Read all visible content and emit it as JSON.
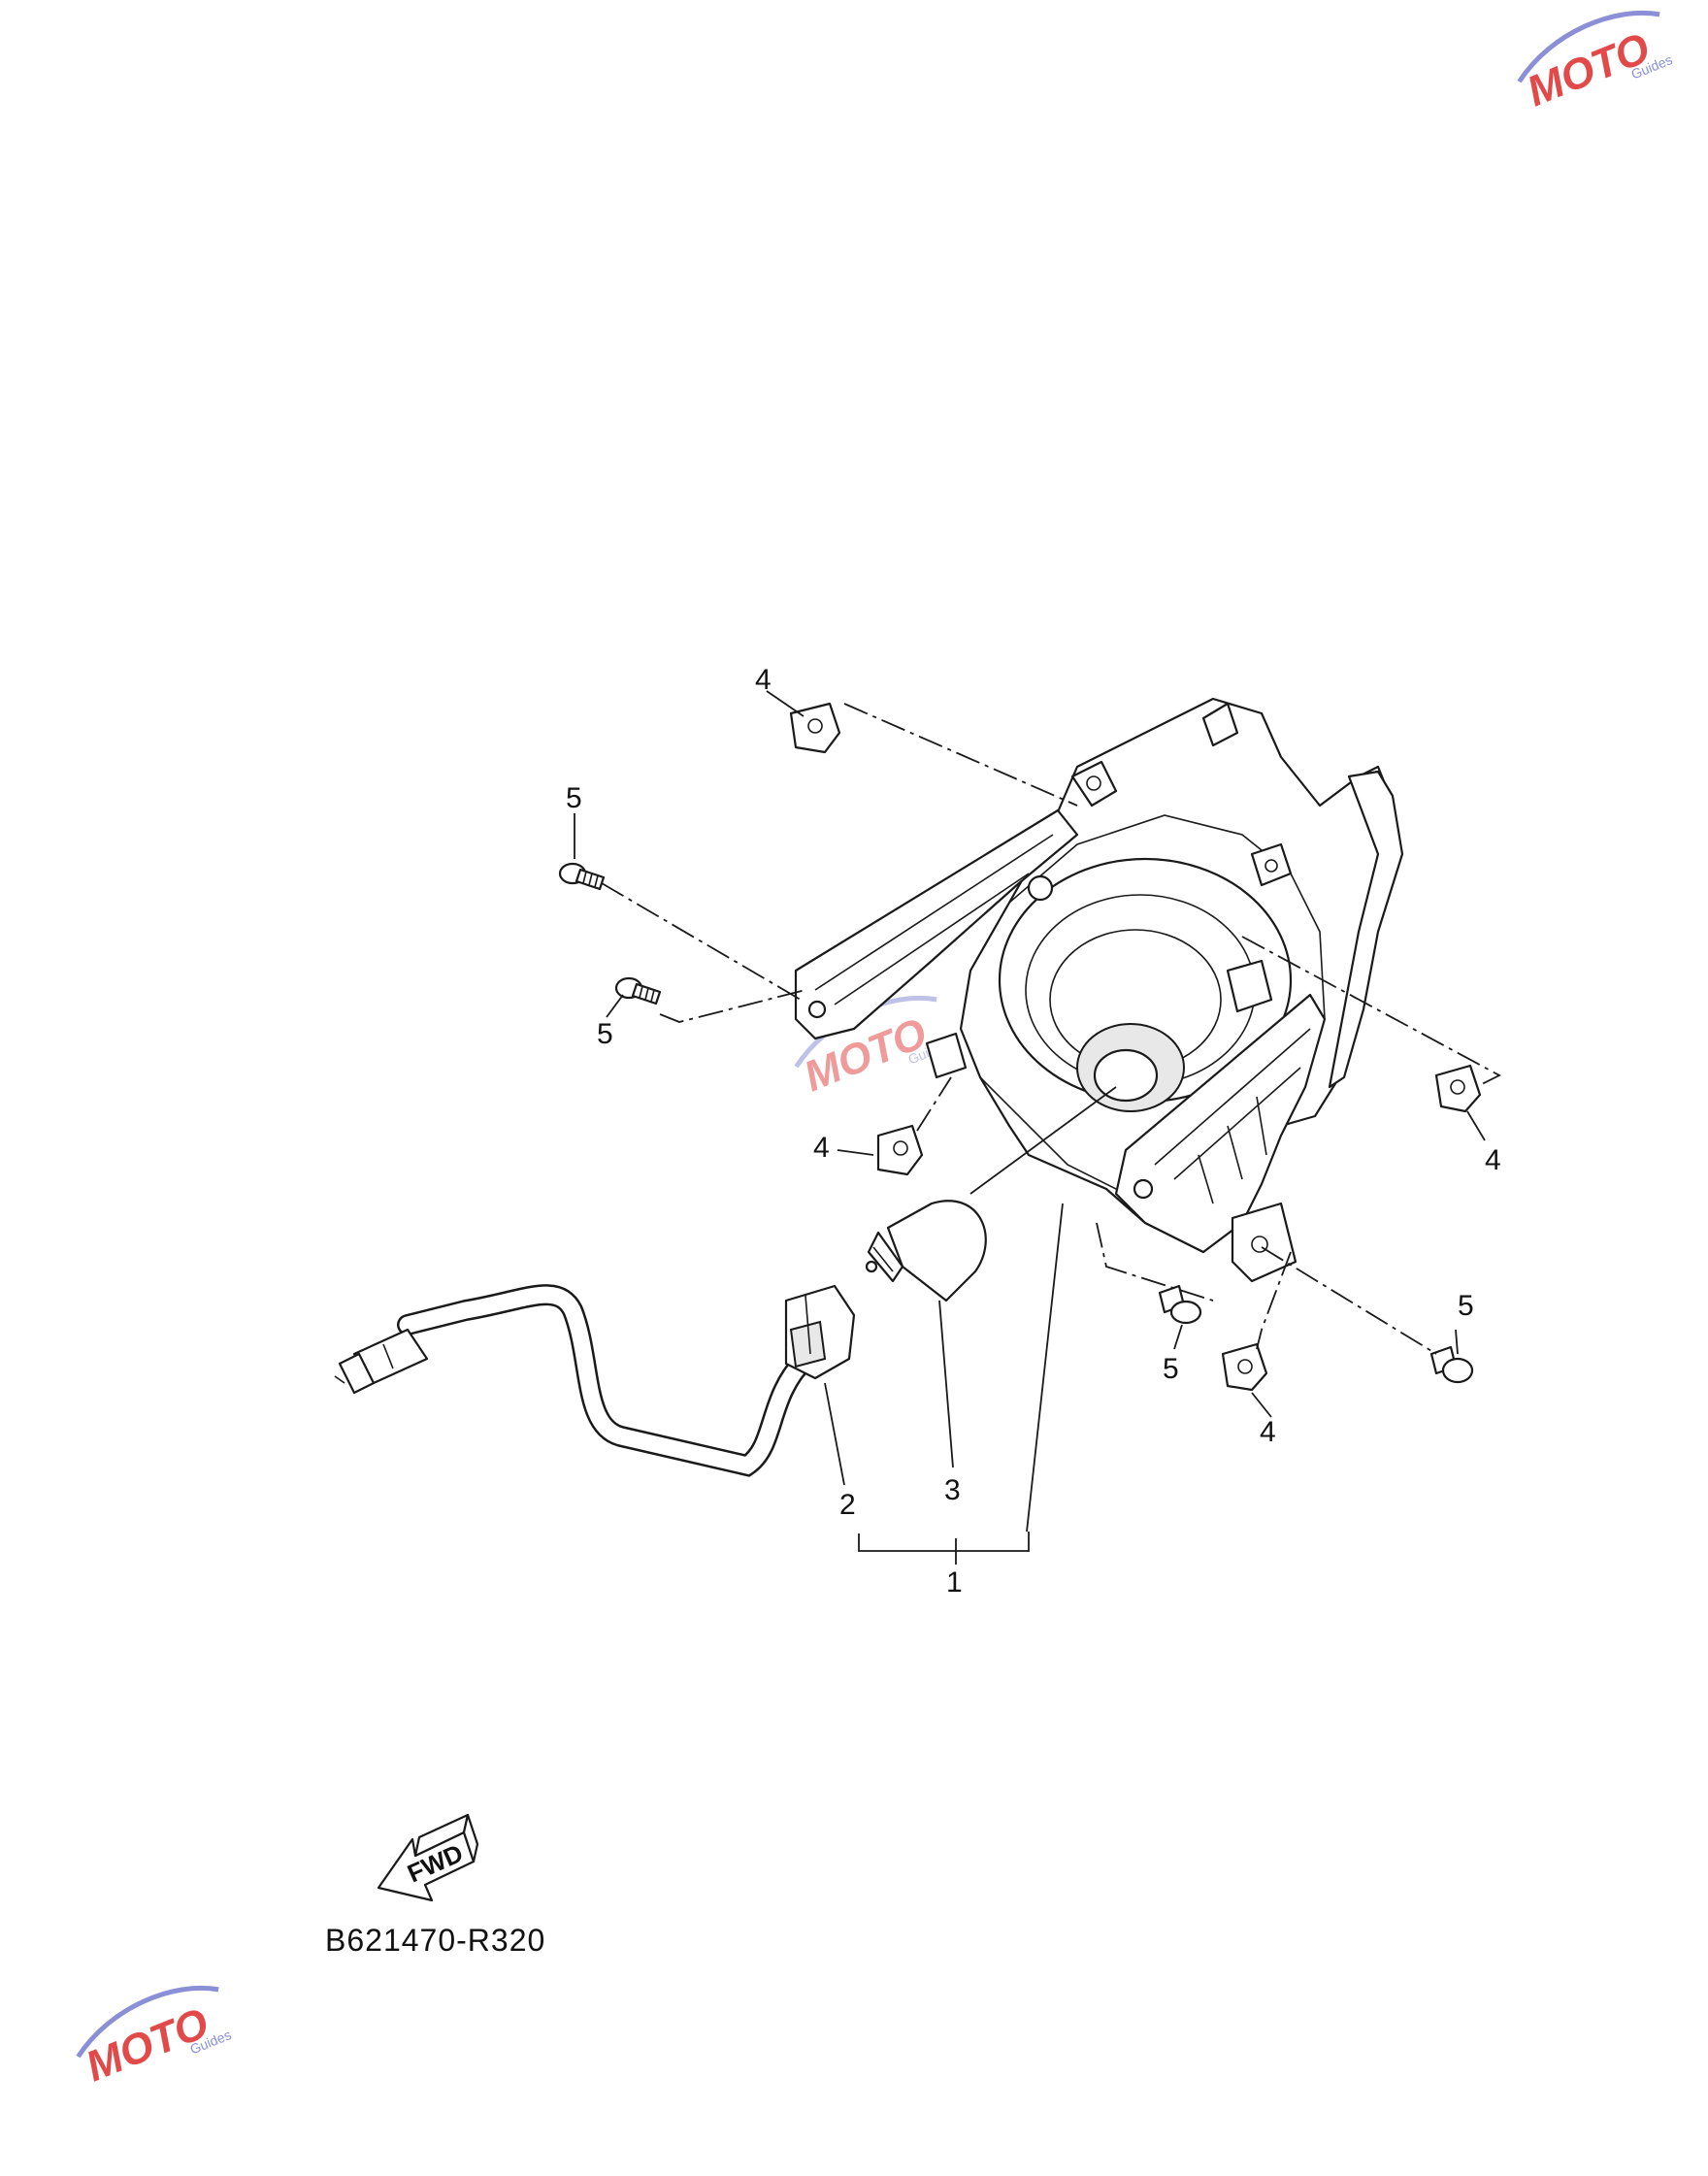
{
  "diagram": {
    "part_code": "B621470-R320",
    "fwd_label": "FWD",
    "callouts": {
      "headlight_assy": "1",
      "socket_cord": "2",
      "bulb": "3",
      "nut_top_left": "4",
      "nut_mid_left": "4",
      "nut_right": "4",
      "nut_bottom": "4",
      "screw_upper_left": "5",
      "screw_lower_left": "5",
      "screw_bottom": "5",
      "screw_right": "5"
    }
  },
  "watermark": {
    "brand": "MOTO",
    "sub": "Guides"
  },
  "colors": {
    "line": "#1a1a1a",
    "watermark_red": "#e24a4a",
    "watermark_blue": "#8a8fd6"
  }
}
